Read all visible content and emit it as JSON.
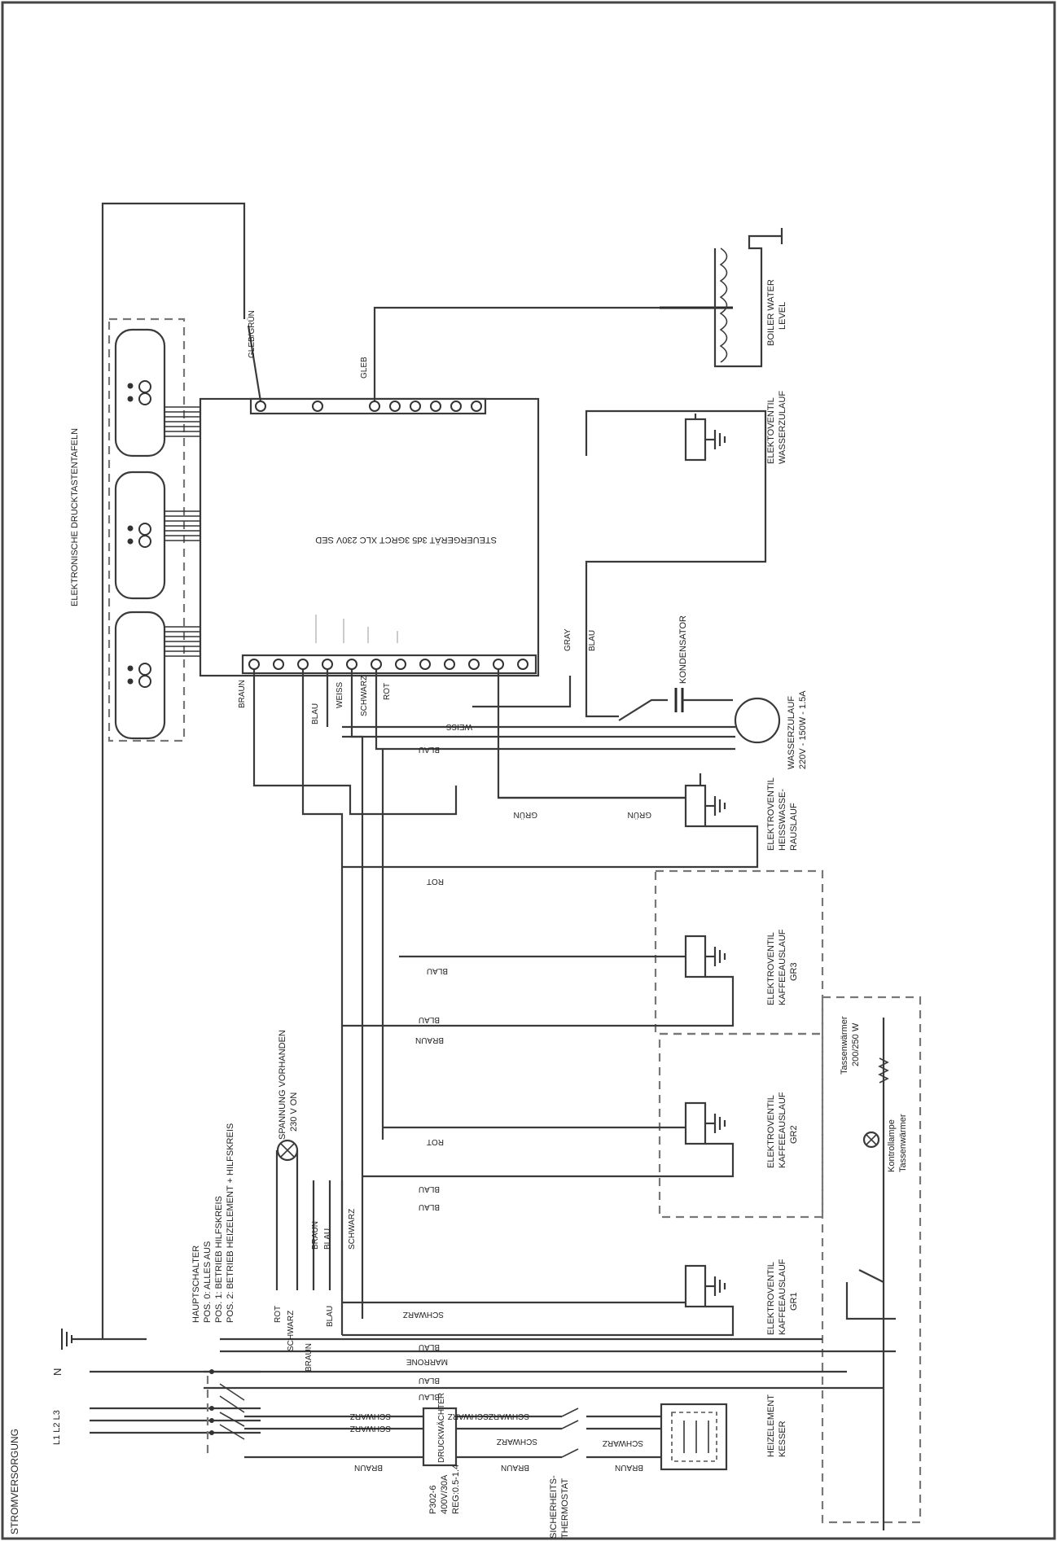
{
  "diagram": {
    "panels_label": "ELEKTRONISCHE DRUCKTASTENTAFELN",
    "control_unit": "STEUERGERÄT 3d5 3GRCT XLC 230V SED",
    "boiler_water_level": [
      "BOILER WATER",
      "LEVEL"
    ],
    "valve_water_inlet": [
      "ELEKTOVENTIL",
      "WASSERZULAUF"
    ],
    "capacitor": "KONDENSATOR",
    "pump": [
      "WASSERZULAUF",
      "220V - 150W - 1.5A"
    ],
    "valve_hot_water": [
      "ELEKTROVENTIL",
      "HEISSWASSE-",
      "RAUSLAUF"
    ],
    "valve_gr3": [
      "ELEKTROVENTIL",
      "KAFFEEAUSLAUF",
      "GR3"
    ],
    "valve_gr2": [
      "ELEKTROVENTIL",
      "KAFFEEAUSLAUF",
      "GR2"
    ],
    "valve_gr1": [
      "ELEKTROVENTIL",
      "KAFFEEAUSLAUF",
      "GR1"
    ],
    "cup_warmer": [
      "Tassenwärmer",
      "200/250 W"
    ],
    "control_lamp": [
      "Kontrollampe",
      "Tassenwärmer"
    ],
    "heater": [
      "HEIZELEMENT",
      "KESSER"
    ],
    "pressure_switch_box": "DRUCKWÄCHTER",
    "pressure_switch": [
      "P302-6",
      "400V/30A",
      "REG:0.5-1.4"
    ],
    "safety_thermostat": [
      "SICHERHEITS-",
      "THERMOSTAT"
    ],
    "power_supply": "STROMVERSORGUNG",
    "phase_terminals": "L1 L2 L3",
    "neutral": "N",
    "main_switch": [
      "HAUPTSCHALTER",
      "POS. 0: ALLES AUS",
      "POS. 1: BETRIEB HILFSKREIS",
      "POS. 2: BETRIEB HEIZELEMENT + HILFSKREIS"
    ],
    "voltage_present": [
      "SPANNUNG VORHANDEN",
      "230 V ON"
    ],
    "wires": {
      "gelb_gruen": "GLEB/GRÜN",
      "gelb": "GLEB",
      "braun": "BRAUN",
      "blau": "BLAU",
      "weiss": "WEISS",
      "schwarz": "SCHWARZ",
      "rot": "ROT",
      "gray": "GRAY",
      "gruen": "GRÜN",
      "marrone": "MARRONE",
      "schwarzschwarz": "SCHWARZSCHWARZ"
    }
  }
}
